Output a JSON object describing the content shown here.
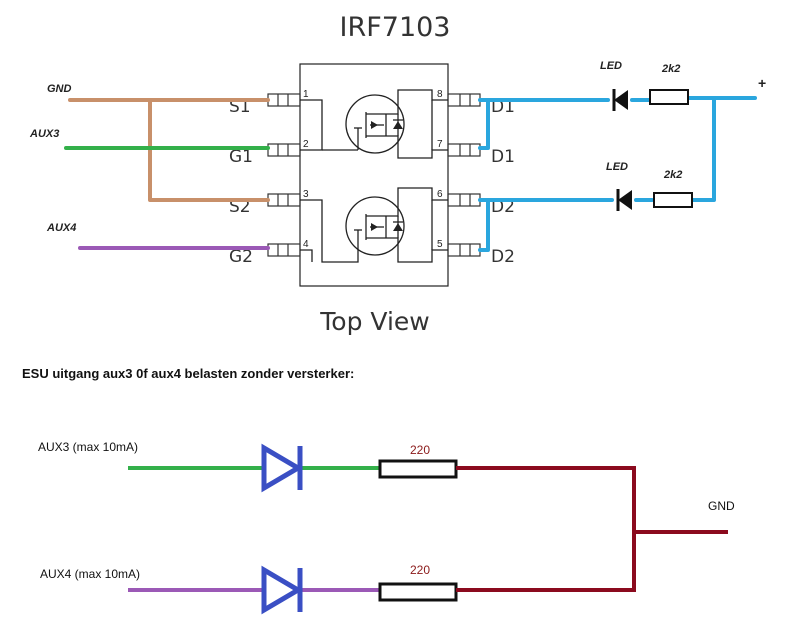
{
  "title": "IRF7103",
  "subtitle": "Top View",
  "chip": {
    "left_pins": [
      {
        "label": "S1",
        "number": "1"
      },
      {
        "label": "G1",
        "number": "2"
      },
      {
        "label": "S2",
        "number": "3"
      },
      {
        "label": "G2",
        "number": "4"
      }
    ],
    "right_pins": [
      {
        "label": "D1",
        "number": "8"
      },
      {
        "label": "D1",
        "number": "7"
      },
      {
        "label": "D2",
        "number": "6"
      },
      {
        "label": "D2",
        "number": "5"
      }
    ]
  },
  "signals": {
    "gnd": "GND",
    "aux3": "AUX3",
    "aux4": "AUX4"
  },
  "led_branch": {
    "led_label": "LED",
    "resistor_label": "2k2",
    "supply_label": "+"
  },
  "section2": {
    "heading": "ESU uitgang aux3 0f aux4 belasten zonder versterker:",
    "aux3_label": "AUX3 (max 10mA)",
    "aux4_label": "AUX4 (max 10mA)",
    "resistor_label": "220",
    "gnd_label": "GND"
  },
  "colors": {
    "gnd_wire": "#c8906a",
    "aux3_wire": "#33b04a",
    "aux4_wire": "#9b59b6",
    "drain_wire": "#2aa6de",
    "return_wire": "#8b0a1e",
    "diode": "#3a4fc4"
  }
}
